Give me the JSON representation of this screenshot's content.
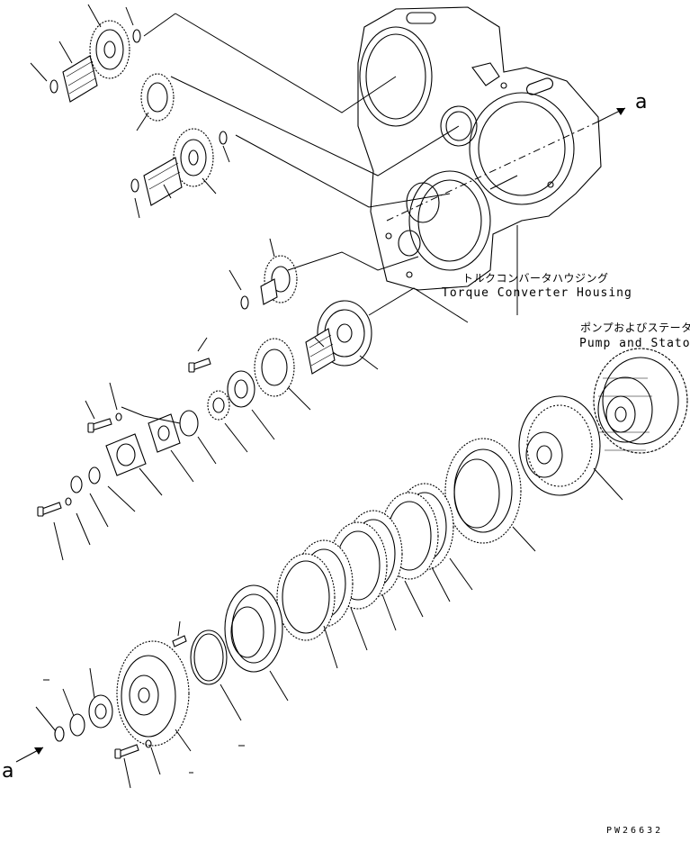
{
  "labels": {
    "torque_converter_housing_jp": "トルクコンバータハウジング",
    "torque_converter_housing_en": "Torque Converter Housing",
    "pump_and_stator_jp": "ポンプおよびステータ",
    "pump_and_stator_en": "Pump and Stator",
    "ref_a_top": "a",
    "ref_a_bottom": "a",
    "drawing_code": "PW26632"
  }
}
